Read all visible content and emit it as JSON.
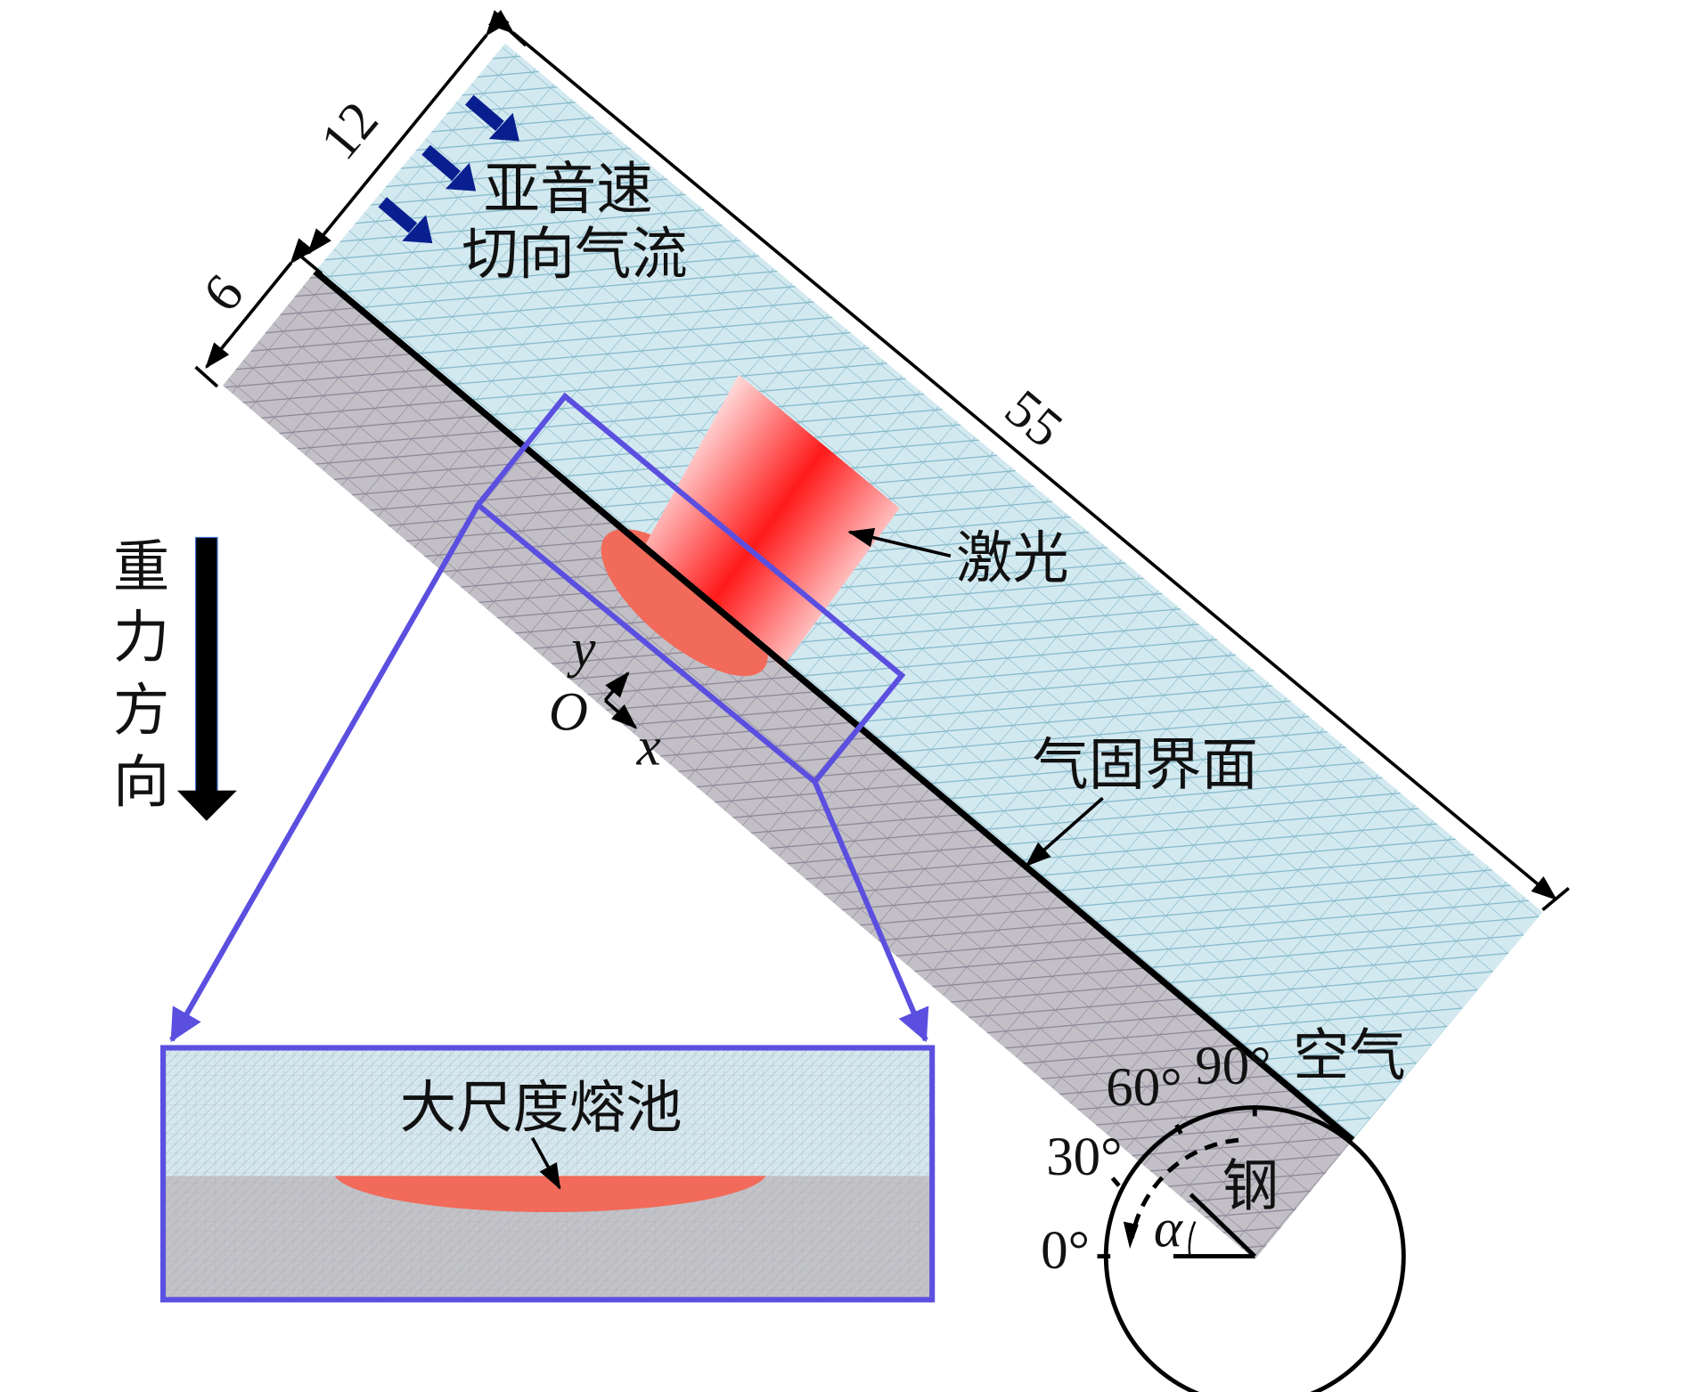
{
  "labels": {
    "flow_line1": "亚音速",
    "flow_line2": "切向气流",
    "laser": "激光",
    "interface": "气固界面",
    "gravity": [
      "重",
      "力",
      "方",
      "向"
    ],
    "air": "空气",
    "steel": "钢",
    "melt_pool": "大尺度熔池",
    "axis_x": "x",
    "axis_y": "y",
    "origin": "O",
    "alpha": "α"
  },
  "dimensions": {
    "air_thickness": "12",
    "steel_thickness": "6",
    "length": "55"
  },
  "angles": [
    "0°",
    "30°",
    "60°",
    "90°"
  ],
  "colors": {
    "air": "#c9e3ec",
    "steel": "#b9b6bd",
    "melt": "#f26a5a",
    "laser": "#ff2020",
    "highlight": "#5b4fe0",
    "flow_arrow": "#0a1f8f"
  }
}
